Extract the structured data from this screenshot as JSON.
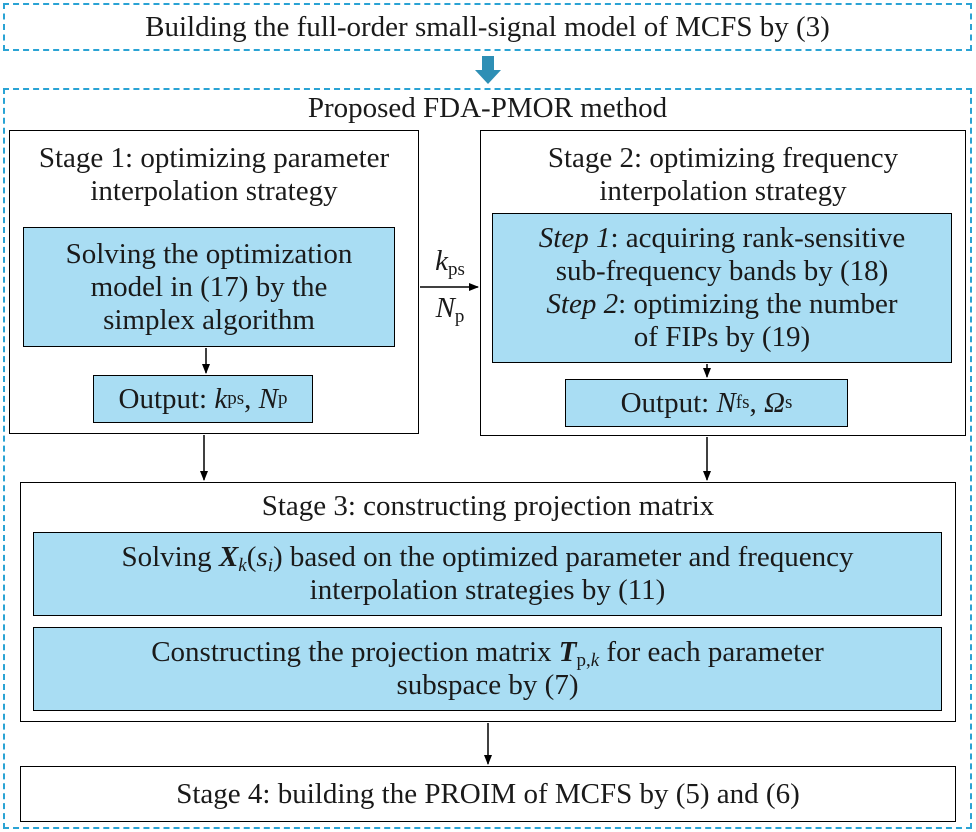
{
  "top_box": {
    "text": "Building the full-order small-signal model of MCFS by (3)"
  },
  "method": {
    "title": "Proposed FDA-PMOR method"
  },
  "stage1": {
    "title_line1": "Stage 1: optimizing parameter",
    "title_line2": "interpolation strategy",
    "inner_line1": "Solving the optimization",
    "inner_line2": "model in (17) by the",
    "inner_line3": "simplex algorithm",
    "output_prefix": "Output: ",
    "output_k": "k",
    "output_k_sub": "ps",
    "output_sep": ", ",
    "output_n": "N",
    "output_n_sub": "p"
  },
  "link": {
    "k": "k",
    "k_sub": "ps",
    "n": "N",
    "n_sub": "p"
  },
  "stage2": {
    "title_line1": "Stage 2: optimizing frequency",
    "title_line2": "interpolation strategy",
    "step1_label": "Step 1",
    "step1_text": ": acquiring rank-sensitive",
    "step1_line2": "sub-frequency bands by (18)",
    "step2_label": "Step 2",
    "step2_text": ": optimizing the number",
    "step2_line2": "of FIPs by (19)",
    "output_prefix": "Output: ",
    "output_n": "N",
    "output_n_sub": "fs",
    "output_sep": ", ",
    "output_omega": "Ω",
    "output_omega_sub": "s"
  },
  "stage3": {
    "title": "Stage 3: constructing projection matrix",
    "box1_pre": "Solving ",
    "box1_X": "X",
    "box1_k": "k",
    "box1_paren_open": "(",
    "box1_s": "s",
    "box1_i": "i",
    "box1_paren_close": ")",
    "box1_post": " based on the optimized parameter and frequency",
    "box1_line2": "interpolation strategies by (11)",
    "box2_pre": "Constructing the projection matrix ",
    "box2_T": "T",
    "box2_sub_p": "p,",
    "box2_sub_k": "k",
    "box2_post": " for each parameter",
    "box2_line2": "subspace by (7)"
  },
  "stage4": {
    "text": "Stage 4: building the PROIM of MCFS by (5) and (6)"
  },
  "colors": {
    "dashed_border": "#2aa3d4",
    "inner_fill": "#a9ddf3",
    "arrow_fill": "#2e8fb5"
  }
}
